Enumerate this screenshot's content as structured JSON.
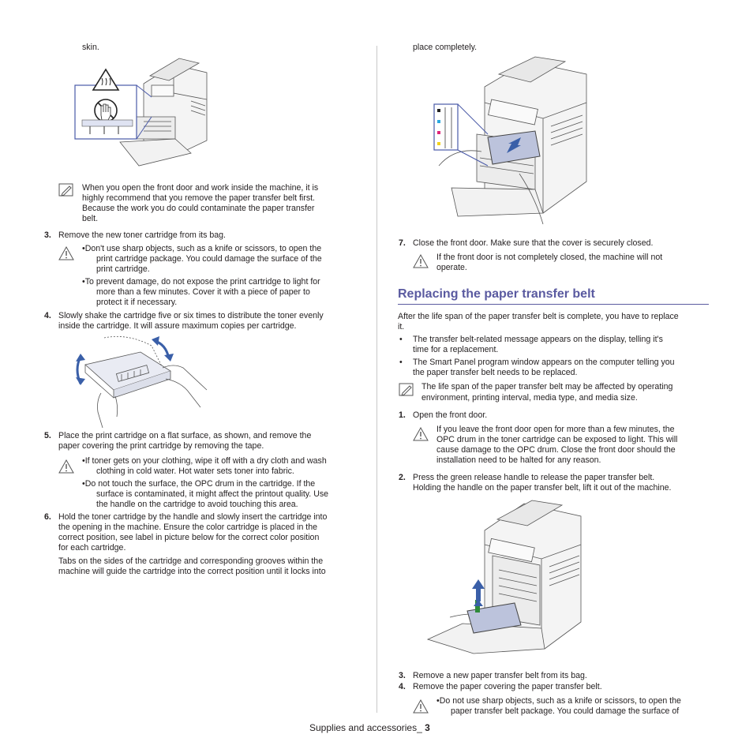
{
  "left": {
    "skin": "skin.",
    "note1": [
      "When you open the front door and work inside the machine, it is",
      "highly recommend that you remove the paper transfer belt first.",
      "Because the work you do could contaminate the paper transfer",
      "belt."
    ],
    "step3_num": "3.",
    "step3": "Remove the new toner cartridge from its bag.",
    "warn3a": [
      "•Don't use sharp objects, such as a knife or scissors, to open the",
      "print cartridge package. You could damage the surface of the",
      "print cartridge."
    ],
    "warn3b": [
      "•To prevent damage, do not expose the print cartridge to light for",
      "more than a few minutes. Cover it with a piece of paper to",
      "protect it if necessary."
    ],
    "step4_num": "4.",
    "step4": [
      "Slowly shake the cartridge five or six times to distribute the toner evenly",
      "inside the cartridge. It will assure maximum copies per cartridge."
    ],
    "step5_num": "5.",
    "step5": [
      "Place the print cartridge on a flat surface, as shown, and remove the",
      "paper covering the print cartridge by removing the tape."
    ],
    "warn5a": [
      "•If toner gets on your clothing, wipe it off with a dry cloth and wash",
      "clothing in cold water. Hot water sets toner into fabric."
    ],
    "warn5b": [
      "•Do not touch the surface, the OPC drum in the cartridge. If the",
      "surface is contaminated, it might affect the printout quality. Use",
      "the handle on the cartridge to avoid touching this area."
    ],
    "step6_num": "6.",
    "step6": [
      "Hold the toner cartridge by the handle and slowly insert the cartridge into",
      "the opening in the machine. Ensure the color cartridge is placed in the",
      "correct position, see label in picture below for the correct color position",
      "for each cartridge."
    ],
    "step6b": [
      "Tabs on the sides of the cartridge and corresponding grooves within the",
      "machine will guide the cartridge into the correct position until it locks into"
    ]
  },
  "right": {
    "place": "place completely.",
    "step7_num": "7.",
    "step7": "Close the front door. Make sure that the cover is securely closed.",
    "warn7": [
      "If the front door is not completely closed, the machine will not",
      "operate."
    ],
    "heading": "Replacing the paper transfer belt",
    "intro": [
      "After the life span of the paper transfer belt is complete, you have to replace",
      "it."
    ],
    "bullet": "•",
    "bullet1": [
      "The transfer belt-related message appears on the display, telling it's",
      "time for a replacement."
    ],
    "bullet2": [
      "The Smart Panel program window appears on the computer telling you",
      "the paper transfer belt needs to be replaced."
    ],
    "note2": [
      "The life span of the paper transfer belt may be affected by operating",
      "environment, printing interval, media type, and media size."
    ],
    "s1_num": "1.",
    "s1": "Open the front door.",
    "warn_s1": [
      "If you leave the front door open for more than a few minutes, the",
      "OPC drum in the toner cartridge can be exposed to light. This will",
      "cause damage to the OPC drum. Close the front door should the",
      "installation need to be halted for any reason."
    ],
    "s2_num": "2.",
    "s2": [
      "Press the green release handle to release the paper transfer belt.",
      "Holding the handle on the paper transfer belt, lift it out of the machine."
    ],
    "s3_num": "3.",
    "s3": "Remove a new paper transfer belt from its bag.",
    "s4_num": "4.",
    "s4": "Remove the paper covering the paper transfer belt.",
    "warn_s4": [
      "•Do not use sharp objects, such as a knife or scissors, to open the",
      "paper transfer belt package. You could damage the surface of"
    ]
  },
  "footer": {
    "label": "Supplies and accessories_ ",
    "page": "3"
  },
  "colors": {
    "heading": "#5a5aa0",
    "arrow": "#3a5fa8",
    "callout": "#4a5aa8"
  }
}
